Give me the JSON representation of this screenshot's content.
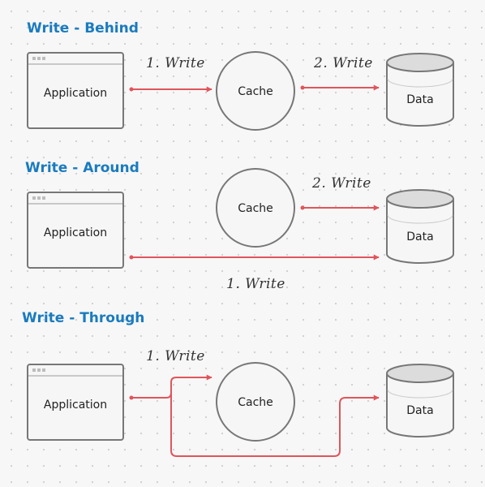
{
  "colors": {
    "title": "#1a7bbf",
    "arrow": "#e0555c",
    "stroke": "#777777",
    "fill": "#f6f6f6"
  },
  "sections": [
    {
      "title": "Write - Behind",
      "application_label": "Application",
      "cache_label": "Cache",
      "data_label": "Data",
      "step1_label": "1. Write",
      "step2_label": "2. Write"
    },
    {
      "title": "Write - Around",
      "application_label": "Application",
      "cache_label": "Cache",
      "data_label": "Data",
      "step1_label": "1. Write",
      "step2_label": "2. Write"
    },
    {
      "title": "Write - Through",
      "application_label": "Application",
      "cache_label": "Cache",
      "data_label": "Data",
      "step1_label": "1. Write"
    }
  ]
}
